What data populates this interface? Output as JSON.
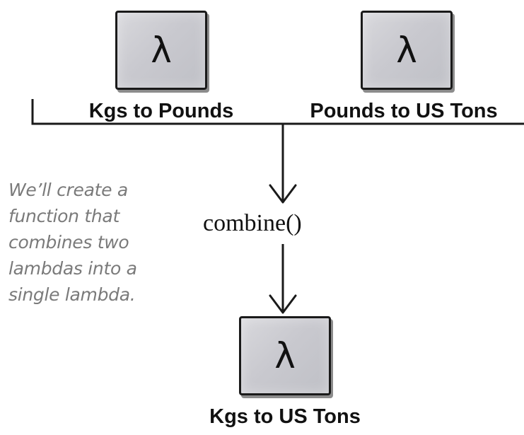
{
  "diagram": {
    "lambda_symbol": "λ",
    "inputs": [
      {
        "label": "Kgs to Pounds"
      },
      {
        "label": "Pounds to US Tons"
      }
    ],
    "function_label": "combine()",
    "output": {
      "label": "Kgs to US Tons"
    },
    "note_lines": [
      "We’ll create a",
      "function that",
      "combines two",
      "lambdas into a",
      "single lambda."
    ],
    "colors": {
      "line": "#1a1a1a",
      "box_fill": "#c9c9cf",
      "note_text": "#7a7a7a"
    }
  }
}
